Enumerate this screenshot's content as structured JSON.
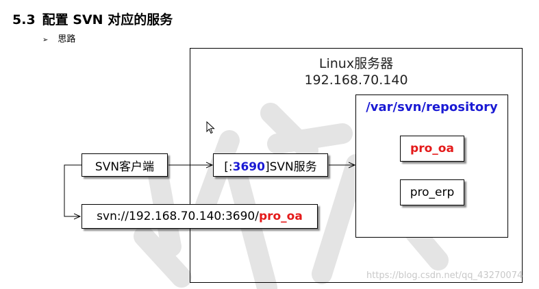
{
  "heading": {
    "number": "5.3",
    "title": "配置 SVN 对应的服务"
  },
  "bullet": {
    "marker": "➢",
    "text": "思路"
  },
  "diagram": {
    "server": {
      "title": "Linux服务器",
      "ip": "192.168.70.140"
    },
    "repository": {
      "path": "/var/svn/repository"
    },
    "projects": [
      "pro_oa",
      "pro_erp"
    ],
    "client": {
      "label": "SVN客户端"
    },
    "service": {
      "prefix": "[:",
      "port": "3690",
      "suffix": "]SVN服务"
    },
    "url": {
      "base": "svn://192.168.70.140:3690/",
      "project": "pro_oa"
    }
  },
  "footer": {
    "watermark_url": "https://blog.csdn.net/qq_43270074"
  },
  "colors": {
    "accent_red": "#e41a1a",
    "accent_blue": "#1a1ad4",
    "watermark": "#c8c8c8"
  },
  "icons": [
    "mouse-cursor-icon",
    "bullet-arrow-icon"
  ]
}
